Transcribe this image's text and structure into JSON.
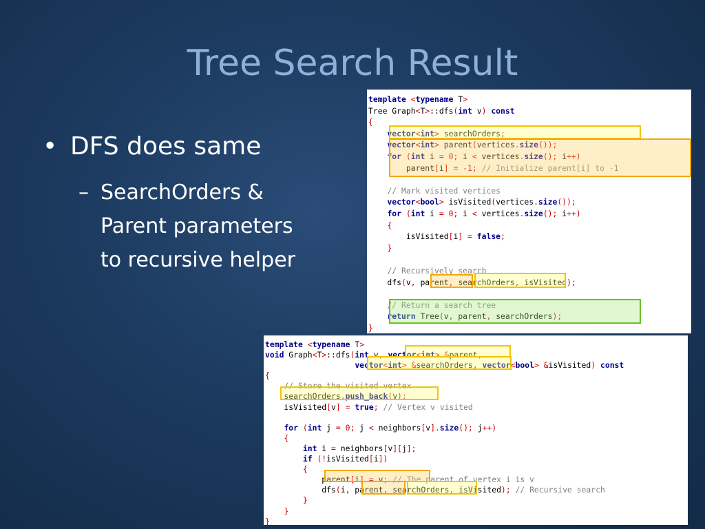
{
  "title": "Tree Search Result",
  "bullets": {
    "level1": {
      "marker": "•",
      "text": "DFS does same"
    },
    "level2": {
      "marker": "–",
      "text": "SearchOrders & \nParent parameters \nto recursive helper"
    }
  },
  "code_top_lines": [
    "template <typename T>",
    "Tree Graph<T>::dfs(int v) const",
    "{",
    "    vector<int> searchOrders;",
    "    vector<int> parent(vertices.size());",
    "    for (int i = 0; i < vertices.size(); i++)",
    "        parent[i] = -1; // Initialize parent[i] to -1",
    "",
    "    // Mark visited vertices",
    "    vector<bool> isVisited(vertices.size());",
    "    for (int i = 0; i < vertices.size(); i++)",
    "    {",
    "        isVisited[i] = false;",
    "    }",
    "",
    "    // Recursively search",
    "    dfs(v, parent, searchOrders, isVisited);",
    "",
    "    // Return a search tree",
    "    return Tree(v, parent, searchOrders);",
    "}"
  ],
  "code_bottom_lines": [
    "template <typename T>",
    "void Graph<T>::dfs(int v, vector<int> &parent,",
    "                   vector<int> &searchOrders, vector<bool> &isVisited) const",
    "{",
    "    // Store the visited vertex",
    "    searchOrders.push_back(v);",
    "    isVisited[v] = true; // Vertex v visited",
    "",
    "    for (int j = 0; j < neighbors[v].size(); j++)",
    "    {",
    "        int i = neighbors[v][j];",
    "        if (!isVisited[i])",
    "        {",
    "            parent[i] = v; // The parent of vertex i is v",
    "            dfs(i, parent, searchOrders, isVisited); // Recursive search",
    "        }",
    "    }",
    "}"
  ]
}
